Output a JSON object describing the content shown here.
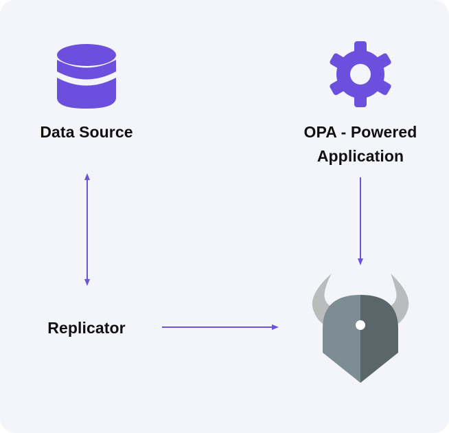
{
  "diagram": {
    "nodes": {
      "data_source": {
        "label": "Data Source",
        "icon": "database-icon"
      },
      "opa_application": {
        "label": "OPA - Powered Application",
        "icon": "gear-icon"
      },
      "replicator": {
        "label": "Replicator"
      },
      "opa": {
        "icon": "opa-viking-helmet-icon"
      }
    },
    "edges": [
      {
        "from": "data_source",
        "to": "replicator",
        "direction": "both"
      },
      {
        "from": "opa_application",
        "to": "opa",
        "direction": "forward"
      },
      {
        "from": "replicator",
        "to": "opa",
        "direction": "forward"
      }
    ],
    "colors": {
      "background": "#f4f5fa",
      "accent": "#6c4fdc",
      "arrow": "#6b52d8",
      "helmet_left": "#7e8c93",
      "helmet_right": "#5a6669",
      "horn": "#b9bcbd"
    }
  }
}
